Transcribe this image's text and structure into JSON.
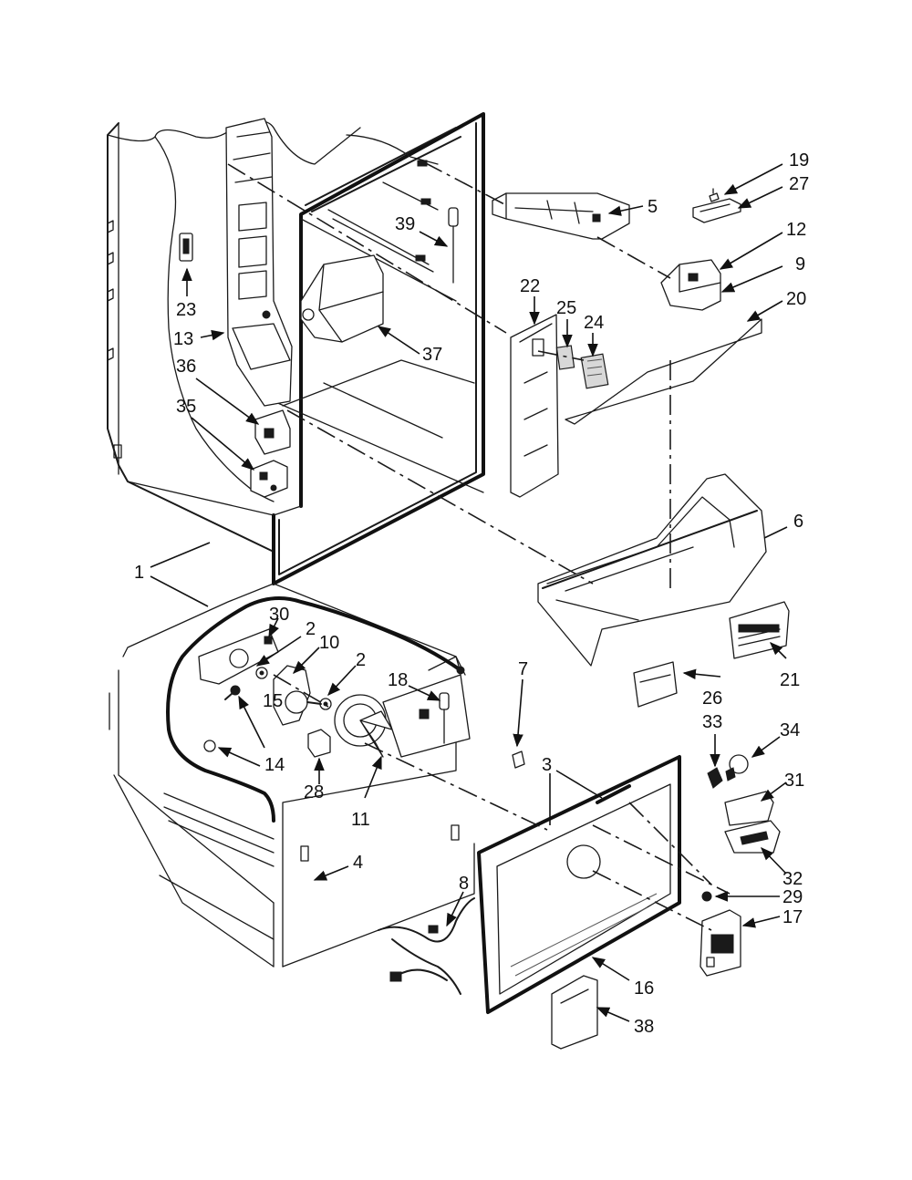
{
  "diagram": {
    "colors": {
      "line": "#1a1a1a",
      "background": "#ffffff"
    },
    "callouts": [
      "1",
      "2",
      "2",
      "3",
      "3",
      "4",
      "5",
      "6",
      "7",
      "8",
      "9",
      "10",
      "11",
      "12",
      "13",
      "14",
      "15",
      "16",
      "17",
      "18",
      "19",
      "20",
      "21",
      "22",
      "23",
      "24",
      "25",
      "26",
      "27",
      "28",
      "29",
      "30",
      "31",
      "32",
      "33",
      "34",
      "35",
      "36",
      "37",
      "38",
      "39"
    ]
  }
}
